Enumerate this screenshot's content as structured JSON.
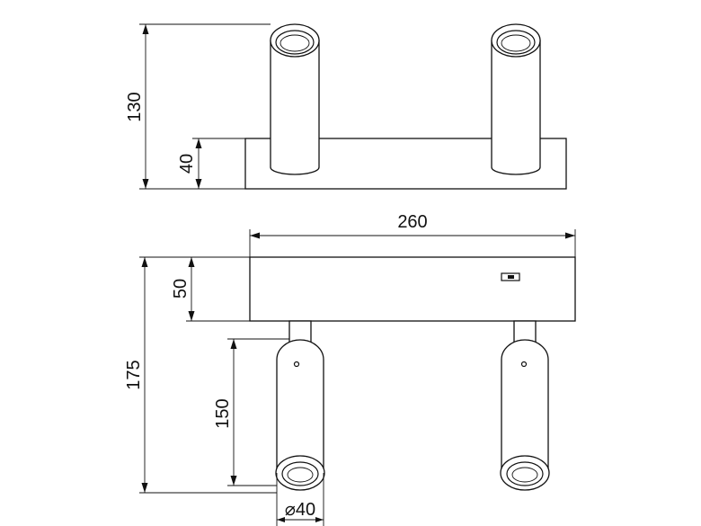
{
  "drawing": {
    "top_view": {
      "height_total": "130",
      "height_base": "40"
    },
    "front_view": {
      "width": "260",
      "height_base": "50",
      "height_total": "175",
      "height_head": "150",
      "diameter": "⌀40"
    }
  }
}
